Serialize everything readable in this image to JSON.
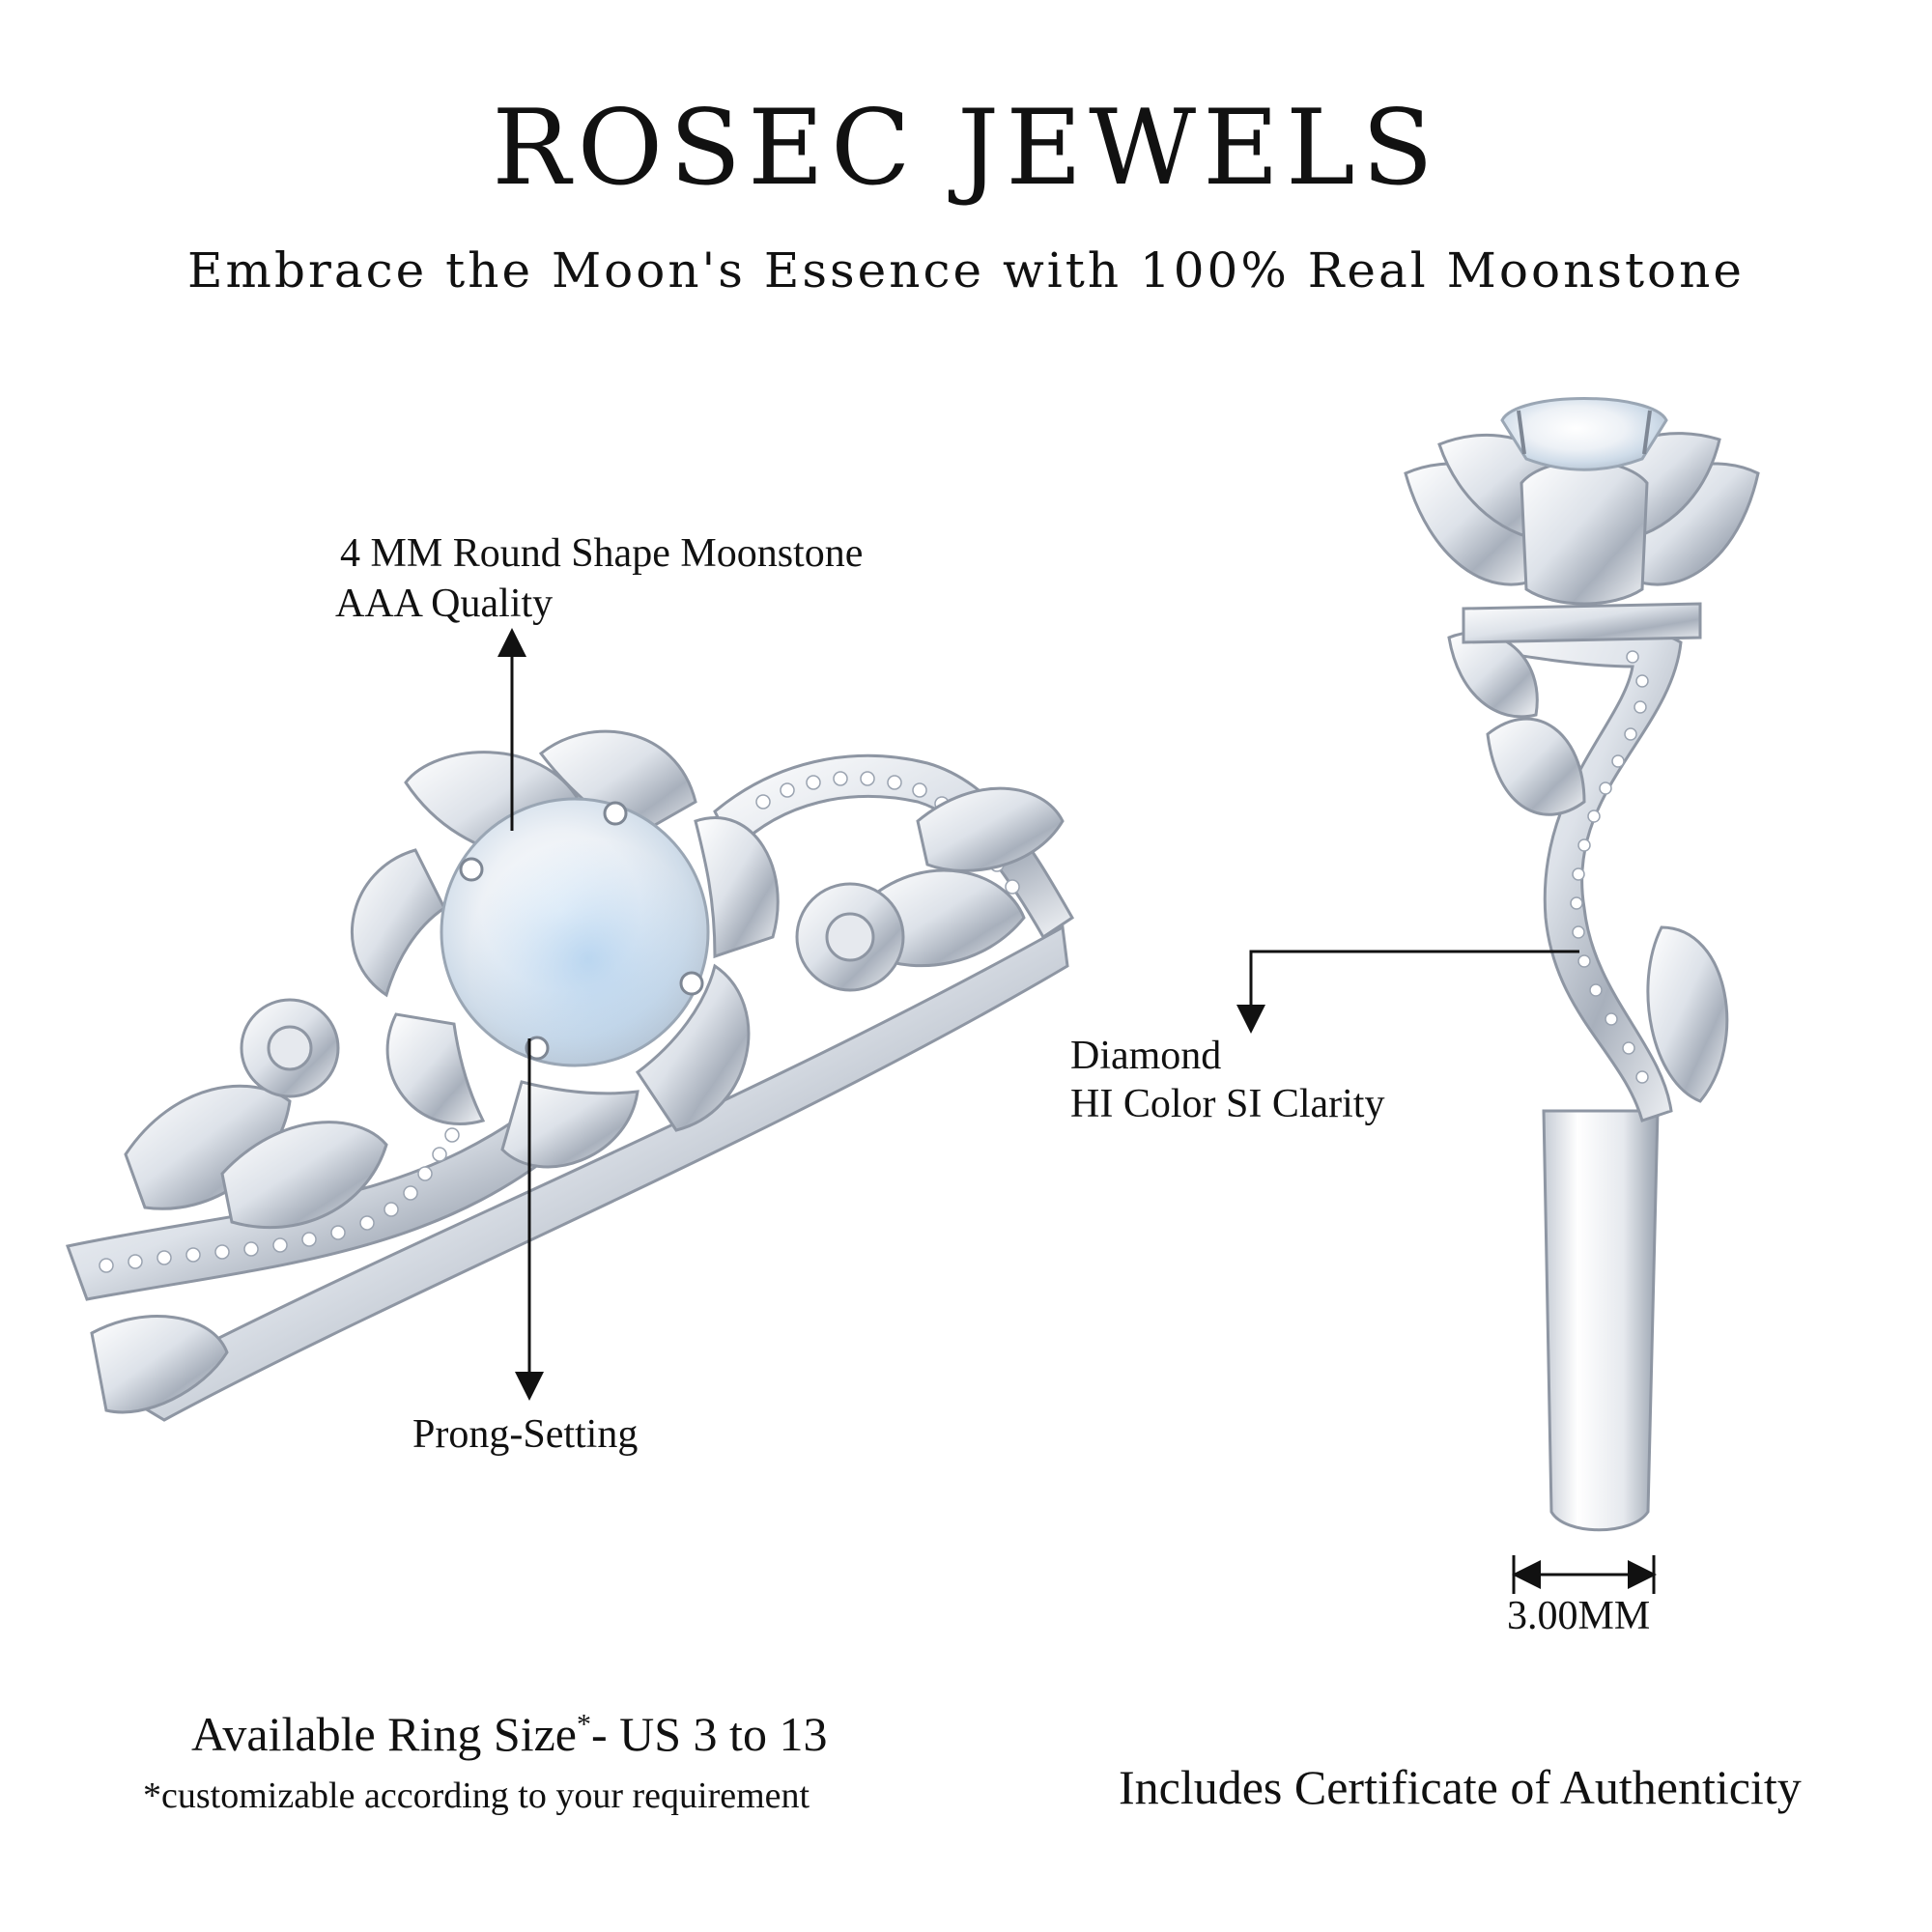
{
  "brand": {
    "name": "ROSEC JEWELS"
  },
  "tagline": "Embrace the Moon's Essence with 100% Real Moonstone",
  "callouts": {
    "stone_line1": "4 MM Round Shape Moonstone",
    "stone_line2": "AAA Quality",
    "setting": "Prong-Setting",
    "diamond_line1": "Diamond",
    "diamond_line2": "HI Color SI Clarity",
    "band_width": "3.00MM"
  },
  "footer": {
    "size_text": "Available Ring Size",
    "size_mark": "*",
    "size_range": "- US 3 to 13",
    "size_note": "*customizable according to your requirement",
    "certificate": "Includes Certificate of Authenticity"
  },
  "colors": {
    "metal_light": "#f4f6f9",
    "metal_mid": "#cfd5de",
    "metal_dark": "#8e96a3",
    "moonstone": "#e8eef5",
    "moonstone_blue": "#9ec6ea"
  }
}
